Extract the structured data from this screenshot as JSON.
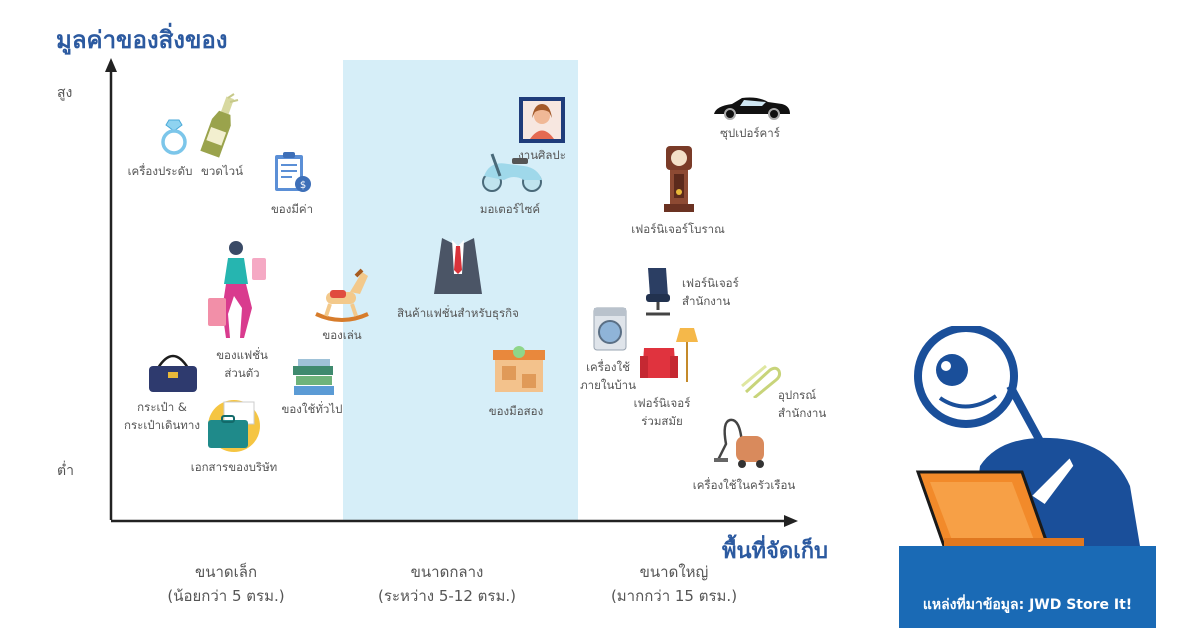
{
  "chart_data": {
    "type": "scatter",
    "title": "มูลค่าของสิ่งของ",
    "xlabel": "พื้นที่จัดเก็บ",
    "ylabel": "มูลค่าของสิ่งของ",
    "y_ticks": {
      "high": "สูง",
      "low": "ต่ำ"
    },
    "x_categories": [
      {
        "name": "ขนาดเล็ก",
        "range": "(น้อยกว่า 5 ตรม.)"
      },
      {
        "name": "ขนาดกลาง",
        "range": "(ระหว่าง 5-12 ตรม.)"
      },
      {
        "name": "ขนาดใหญ่",
        "range": "(มากกว่า 15 ตรม.)"
      }
    ],
    "highlighted_category": "ขนาดกลาง",
    "items": [
      {
        "label": "เครื่องประดับ",
        "icon": "ring-icon",
        "category": "ขนาดเล็ก"
      },
      {
        "label": "ขวดไวน์",
        "icon": "wine-bottle-icon",
        "category": "ขนาดเล็ก"
      },
      {
        "label": "ของมีค่า",
        "icon": "document-valuables-icon",
        "category": "ขนาดเล็ก"
      },
      {
        "label": "ของแฟชั่น\nส่วนตัว",
        "icon": "shopping-woman-icon",
        "category": "ขนาดเล็ก"
      },
      {
        "label": "ของเล่น",
        "icon": "rocking-horse-icon",
        "category": "ขนาดเล็ก"
      },
      {
        "label": "กระเป๋า &\nกระเป๋าเดินทาง",
        "icon": "handbag-icon",
        "category": "ขนาดเล็ก"
      },
      {
        "label": "ของใช้ทั่วไป",
        "icon": "books-icon",
        "category": "ขนาดเล็ก"
      },
      {
        "label": "เอกสารของบริษัท",
        "icon": "briefcase-documents-icon",
        "category": "ขนาดเล็ก"
      },
      {
        "label": "งานศิลปะ",
        "icon": "portrait-icon",
        "category": "ขนาดกลาง"
      },
      {
        "label": "มอเตอร์ไซค์",
        "icon": "scooter-icon",
        "category": "ขนาดกลาง"
      },
      {
        "label": "สินค้าแฟชั่นสำหรับธุรกิจ",
        "icon": "suit-icon",
        "category": "ขนาดกลาง"
      },
      {
        "label": "ของมือสอง",
        "icon": "secondhand-shop-icon",
        "category": "ขนาดกลาง"
      },
      {
        "label": "ซุปเปอร์คาร์",
        "icon": "sports-car-icon",
        "category": "ขนาดใหญ่"
      },
      {
        "label": "เฟอร์นิเจอร์โบราณ",
        "icon": "grandfather-clock-icon",
        "category": "ขนาดใหญ่"
      },
      {
        "label": "เฟอร์นิเจอร์\nสำนักงาน",
        "icon": "office-chair-icon",
        "category": "ขนาดใหญ่"
      },
      {
        "label": "เครื่องใช้\nภายในบ้าน",
        "icon": "washing-machine-icon",
        "category": "ขนาดใหญ่"
      },
      {
        "label": "เฟอร์นิเจอร์\nร่วมสมัย",
        "icon": "armchair-lamp-icon",
        "category": "ขนาดใหญ่"
      },
      {
        "label": "อุปกรณ์\nสำนักงาน",
        "icon": "paperclip-icon",
        "category": "ขนาดใหญ่"
      },
      {
        "label": "เครื่องใช้ในครัวเรือน",
        "icon": "vacuum-cleaner-icon",
        "category": "ขนาดใหญ่"
      }
    ]
  },
  "source": "แหล่งที่มาข้อมูล: JWD Store It!",
  "colors": {
    "title": "#2c5aa0",
    "band": "#d6eef8",
    "axis": "#222222",
    "source_bg": "#1a6ab5",
    "laptop": "#f28a2a"
  }
}
